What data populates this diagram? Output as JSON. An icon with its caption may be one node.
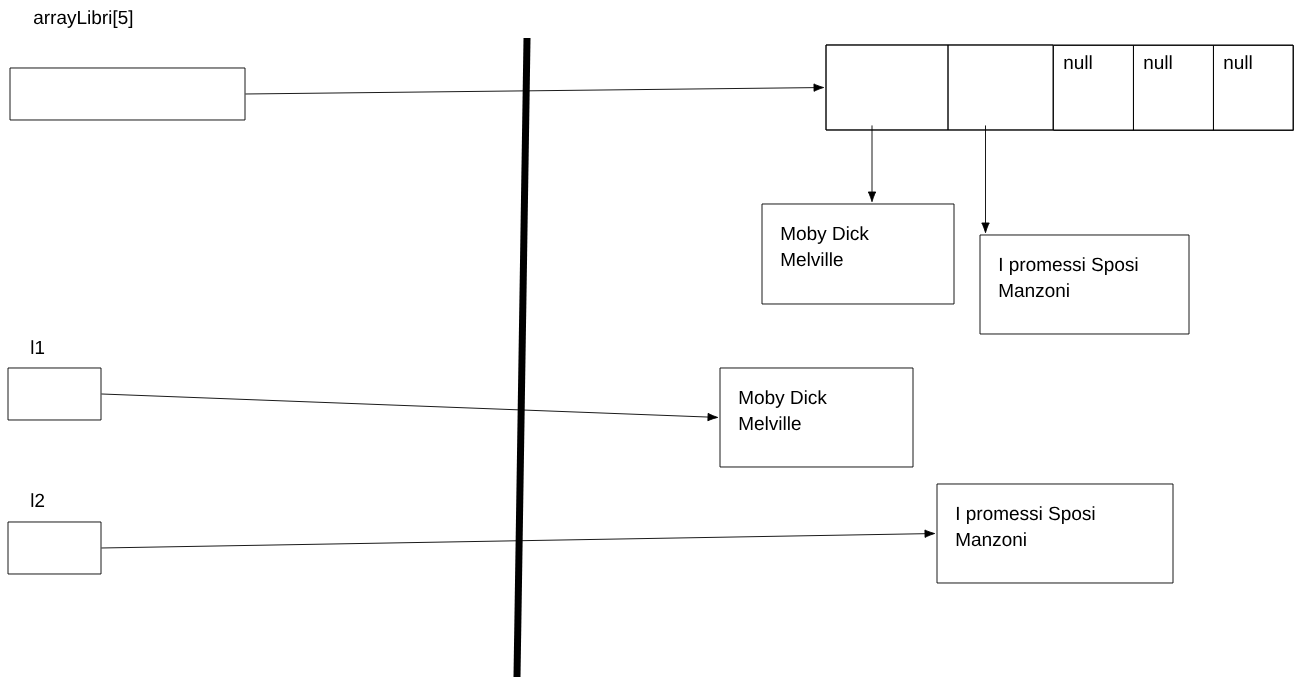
{
  "diagram": {
    "nodes": [
      {
        "text": [
          "arrayLibri[5]"
        ]
      },
      {
        "text": [],
        "shape": "box"
      },
      {
        "text": [],
        "shape": "box",
        "in": 1
      },
      {
        "text": [],
        "shape": "box",
        "in": 1
      },
      {
        "text": [
          "null"
        ],
        "in": 1
      },
      {
        "text": [
          "null"
        ],
        "in": 1
      },
      {
        "text": [
          "null"
        ],
        "in": 1
      },
      {
        "text": [
          "Moby Dick",
          "Melville"
        ]
      },
      {
        "text": [
          "I promessi Sposi",
          "Manzoni"
        ]
      },
      {
        "text": [
          "l1"
        ]
      },
      {
        "text": [
          "Moby Dick",
          "Melville"
        ]
      },
      {
        "text": [
          "l2"
        ]
      },
      {
        "text": [
          "I promessi Sposi",
          "Manzoni"
        ]
      }
    ],
    "edges": [
      {
        "from": 0,
        "to": 1,
        "arrow": "to"
      },
      {
        "from": 2,
        "to": 7,
        "arrow": "to"
      },
      {
        "from": 3,
        "to": 8,
        "arrow": "to"
      },
      {
        "from": 9,
        "to": 10,
        "arrow": "to"
      },
      {
        "from": 11,
        "to": 12,
        "arrow": "to"
      }
    ]
  }
}
